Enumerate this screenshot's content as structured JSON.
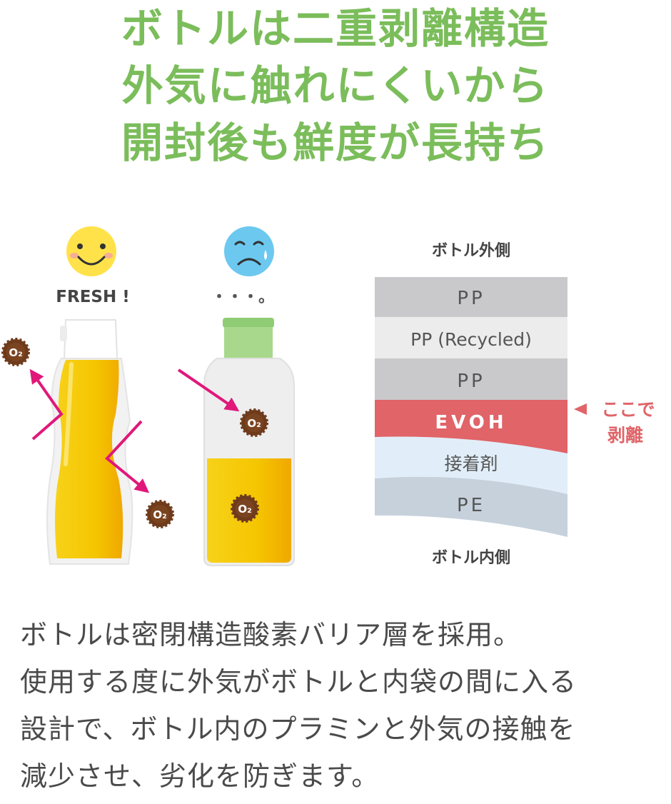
{
  "headline": {
    "line1": "ボトルは二重剥離構造",
    "line2": "外気に触れにくいから",
    "line3": "開封後も鮮度が長持ち"
  },
  "bottles": {
    "left_label": "FRESH !",
    "right_label": "・・・。",
    "o2": "O₂"
  },
  "layers": {
    "outer_label": "ボトル外側",
    "inner_label": "ボトル内側",
    "items": [
      {
        "label": "PP",
        "color": "#c9c9cb"
      },
      {
        "label": "PP (Recycled)",
        "color": "#ececec"
      },
      {
        "label": "PP",
        "color": "#c9c9cb"
      },
      {
        "label": "EVOH",
        "color": "#e06468"
      },
      {
        "label": "接着剤",
        "color": "#e1eef9"
      },
      {
        "label": "PE",
        "color": "#c6d1dc"
      }
    ],
    "peel_note_line1": "ここで",
    "peel_note_line2": "剥離"
  },
  "caption": {
    "line1": "ボトルは密閉構造酸素バリア層を採用。",
    "line2": "使用する度に外気がボトルと内袋の間に入る",
    "line3": "設計で、ボトル内のプラミンと外気の接触を",
    "line4": "減少させ、劣化を防ぎます。"
  },
  "colors": {
    "headline": "#7bbd5b",
    "arrow": "#e0187a",
    "o2": "#6e3b1c",
    "liquid": "#f6c900",
    "smiley": "#ffe24a",
    "sad": "#6cc8ef",
    "cap_green": "#a8d88b"
  }
}
